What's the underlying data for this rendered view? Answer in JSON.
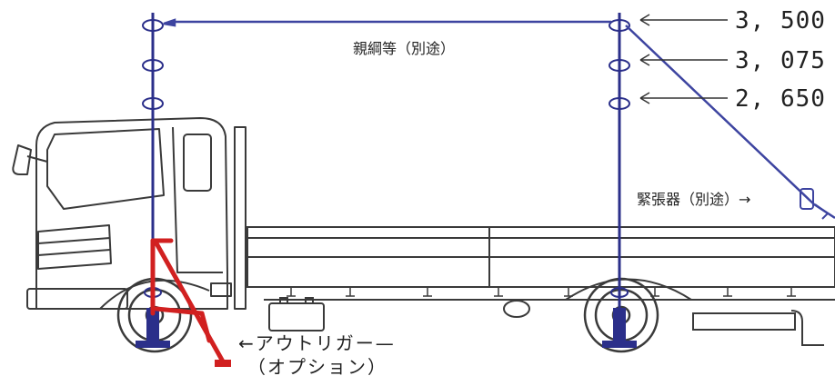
{
  "labels": {
    "main_rope": "親綱等（別途）",
    "tensioner": "緊張器（別途）→",
    "outrigger": "←アウトリガー—",
    "option": "（オプション）"
  },
  "dimensions": [
    "3, 500",
    "3, 075",
    "2, 650"
  ],
  "colors": {
    "drawing": "#3a3a3a",
    "pole": "#2b2f8a",
    "rope": "#3d44a0",
    "outrigger": "#d12020"
  }
}
